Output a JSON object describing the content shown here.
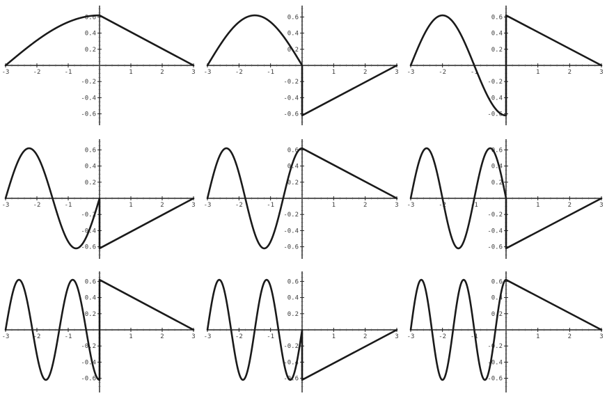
{
  "chart_data": [
    {
      "type": "line",
      "harmonic": 1,
      "ramp_start": 0.62,
      "x_ticks": [
        "-3",
        "-2",
        "-1",
        "1",
        "2",
        "3"
      ],
      "y_ticks": [
        "-0.6",
        "-0.4",
        "-0.2",
        "0.2",
        "0.4",
        "0.6"
      ],
      "xlim": [
        -3,
        3
      ],
      "ylim": [
        -0.75,
        0.75
      ]
    },
    {
      "type": "line",
      "harmonic": 2,
      "ramp_start": -0.62,
      "x_ticks": [
        "-3",
        "-2",
        "-1",
        "1",
        "2",
        "3"
      ],
      "y_ticks": [
        "-0.6",
        "-0.4",
        "-0.2",
        "0.2",
        "0.4",
        "0.6"
      ],
      "xlim": [
        -3,
        3
      ],
      "ylim": [
        -0.75,
        0.75
      ]
    },
    {
      "type": "line",
      "harmonic": 3,
      "ramp_start": 0.62,
      "x_ticks": [
        "-3",
        "-2",
        "-1",
        "1",
        "2",
        "3"
      ],
      "y_ticks": [
        "-0.6",
        "-0.4",
        "-0.2",
        "0.2",
        "0.4",
        "0.6"
      ],
      "xlim": [
        -3,
        3
      ],
      "ylim": [
        -0.75,
        0.75
      ]
    },
    {
      "type": "line",
      "harmonic": 4,
      "ramp_start": -0.62,
      "x_ticks": [
        "-3",
        "-2",
        "-1",
        "1",
        "2",
        "3"
      ],
      "y_ticks": [
        "-0.6",
        "-0.4",
        "-0.2",
        "0.2",
        "0.4",
        "0.6"
      ],
      "xlim": [
        -3,
        3
      ],
      "ylim": [
        -0.75,
        0.75
      ]
    },
    {
      "type": "line",
      "harmonic": 5,
      "ramp_start": 0.62,
      "x_ticks": [
        "-3",
        "-2",
        "-1",
        "1",
        "2",
        "3"
      ],
      "y_ticks": [
        "-0.6",
        "-0.4",
        "-0.2",
        "0.2",
        "0.4",
        "0.6"
      ],
      "xlim": [
        -3,
        3
      ],
      "ylim": [
        -0.75,
        0.75
      ]
    },
    {
      "type": "line",
      "harmonic": 6,
      "ramp_start": -0.62,
      "x_ticks": [
        "-3",
        "-2",
        "-1",
        "1",
        "2",
        "3"
      ],
      "y_ticks": [
        "-0.6",
        "-0.4",
        "-0.2",
        "0.2",
        "0.4",
        "0.6"
      ],
      "xlim": [
        -3,
        3
      ],
      "ylim": [
        -0.75,
        0.75
      ]
    },
    {
      "type": "line",
      "harmonic": 7,
      "ramp_start": 0.62,
      "x_ticks": [
        "-3",
        "-2",
        "-1",
        "1",
        "2",
        "3"
      ],
      "y_ticks": [
        "-0.6",
        "-0.4",
        "-0.2",
        "0.2",
        "0.4",
        "0.6"
      ],
      "xlim": [
        -3,
        3
      ],
      "ylim": [
        -0.75,
        0.75
      ]
    },
    {
      "type": "line",
      "harmonic": 8,
      "ramp_start": -0.62,
      "x_ticks": [
        "-3",
        "-2",
        "-1",
        "1",
        "2",
        "3"
      ],
      "y_ticks": [
        "-0.6",
        "-0.4",
        "-0.2",
        "0.2",
        "0.4",
        "0.6"
      ],
      "xlim": [
        -3,
        3
      ],
      "ylim": [
        -0.75,
        0.75
      ]
    },
    {
      "type": "line",
      "harmonic": 9,
      "ramp_start": 0.62,
      "x_ticks": [
        "-3",
        "-2",
        "-1",
        "1",
        "2",
        "3"
      ],
      "y_ticks": [
        "-0.6",
        "-0.4",
        "-0.2",
        "0.2",
        "0.4",
        "0.6"
      ],
      "xlim": [
        -3,
        3
      ],
      "ylim": [
        -0.75,
        0.75
      ]
    }
  ],
  "colors": {
    "curve": "#1a1a1a",
    "axis": "#222222",
    "background": "#ffffff"
  }
}
